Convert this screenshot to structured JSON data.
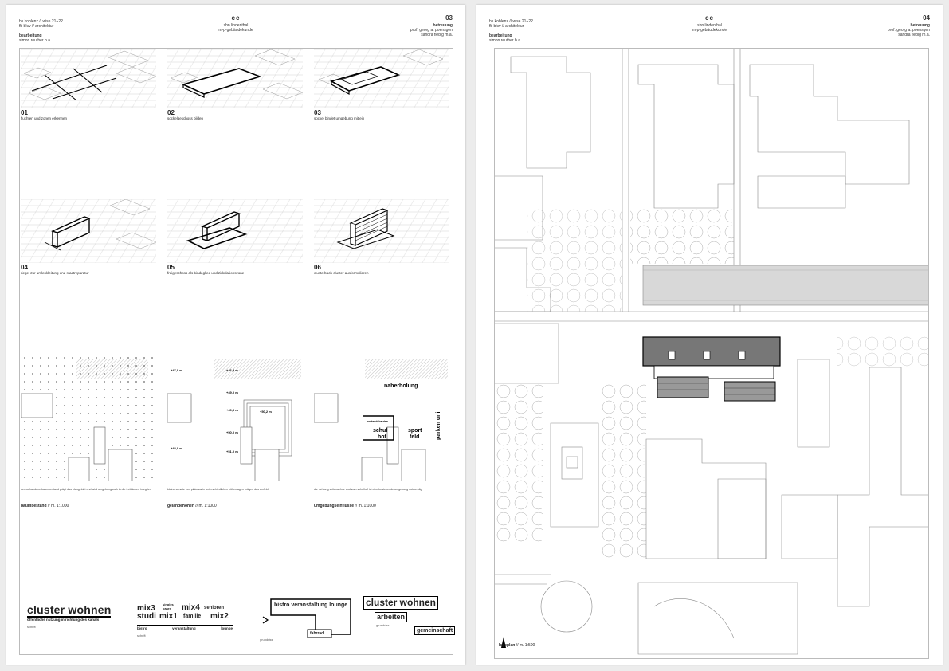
{
  "sheets": [
    {
      "header": {
        "school": "hs koblenz // wise 21+22",
        "dept": "fb bkw // architektur",
        "role": "bearbeitung",
        "author": "simon reuther b.a.",
        "code": "cc",
        "subtitle": "sbn lindenthal",
        "module": "m-p-gebäudekunde",
        "page": "03",
        "supervision": "betreuung",
        "prof": "prof. georg a. poensgen",
        "assistant": "sandra fiebig m.a."
      },
      "steps": [
        {
          "num": "01",
          "text": "fluchten und zonen erkennen"
        },
        {
          "num": "02",
          "text": "sockelgeschoss bilden"
        },
        {
          "num": "03",
          "text": "sockel bindet umgebung mit ein"
        },
        {
          "num": "04",
          "text": "riegel zur umlenkleitung und stadtreparatur"
        },
        {
          "num": "05",
          "text": "freigeschoss als bindeglied und zirkulationszone"
        },
        {
          "num": "06",
          "text": "clusterbach cluster ausformulieren"
        }
      ],
      "site_panels": [
        {
          "title": "baumbestand",
          "scale": "// m. 1:1000"
        },
        {
          "title": "geländehöhen",
          "scale": "// m. 1:1000"
        },
        {
          "title": "umgebungseinflüsse",
          "scale": "// m. 1:1000"
        }
      ],
      "elevations": [
        "+46,5 m",
        "+47,0 m",
        "+49,0 m",
        "+49,5 m",
        "+50,2 m",
        "+50,0 m",
        "+48,0 m",
        "+51,0 m",
        "+50,0 m"
      ],
      "labels": {
        "naherholung": "naherholung",
        "schul": "schul",
        "hof": "hof",
        "sport": "sport",
        "feld": "feld",
        "parken": "parken uni",
        "bestand": "bestandsbauten"
      },
      "logos": {
        "cluster": "cluster wohnen",
        "cluster_sub": "öffentliche nutzung in richtung des kanals",
        "schrift": "schrift",
        "mix3": "mix3",
        "mix4": "mix4",
        "singles": "singles",
        "paare": "paare",
        "senioren": "senioren",
        "studi": "studi",
        "mix1": "mix1",
        "familie": "familie",
        "mix2": "mix2",
        "bistro": "bistro",
        "veranstaltung": "veranstaltung",
        "lounge": "lounge",
        "schrift2": "schrift",
        "ground_bistro": "bistro  veranstaltung  lounge",
        "fahrrad": "fahrrad",
        "grundriss": "grundriss",
        "cluster2": "cluster wohnen",
        "arbeiten": "arbeiten",
        "gemeinschaft": "gemeinschaft",
        "grundriss2": "grundriss"
      }
    },
    {
      "header": {
        "school": "hs koblenz // wise 21+22",
        "dept": "fb bkw // architektur",
        "role": "bearbeitung",
        "author": "simon reuther b.a.",
        "code": "cc",
        "subtitle": "sbn lindenthal",
        "module": "m-p-gebäudekunde",
        "page": "04",
        "supervision": "betreuung",
        "prof": "prof. georg a. poensgen",
        "assistant": "sandra fiebig m.a."
      },
      "map_caption": "lageplan",
      "map_scale": "// m. 1:500"
    }
  ]
}
